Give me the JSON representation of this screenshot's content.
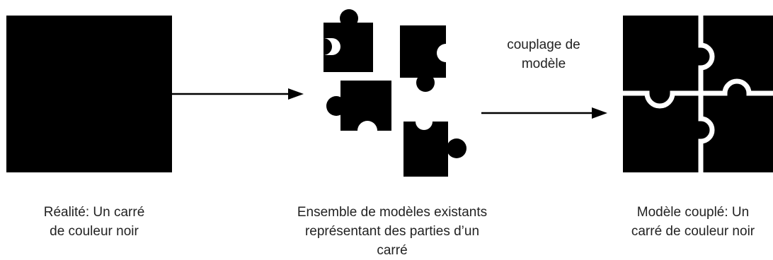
{
  "diagram": {
    "colors": {
      "fill": "#000000",
      "line": "#000000",
      "gap": "#ffffff"
    },
    "icons": {
      "reality": "black-square-icon",
      "pieces": "puzzle-pieces-icon",
      "result": "assembled-puzzle-icon"
    },
    "edge_label": {
      "lines": [
        "couplage de",
        "modèle"
      ]
    },
    "captions": {
      "reality": {
        "lines": [
          "Réalité: Un carré",
          "de couleur noir"
        ]
      },
      "ensemble": {
        "lines": [
          "Ensemble de modèles existants",
          "représentant des parties d’un",
          "carré"
        ]
      },
      "coupled": {
        "lines": [
          "Modèle couplé: Un",
          "carré de couleur noir"
        ]
      }
    }
  }
}
